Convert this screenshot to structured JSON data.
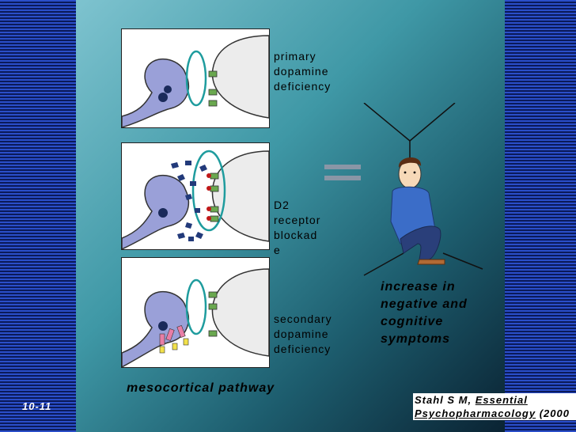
{
  "slide_number": "10-11",
  "panels": [
    {
      "label_lines": [
        "primary",
        "dopamine",
        "deficiency"
      ]
    },
    {
      "label_lines": [
        "D2",
        "receptor",
        "blockad",
        "e"
      ]
    },
    {
      "label_lines": [
        "secondary",
        "dopamine",
        "deficiency"
      ]
    }
  ],
  "pathway_label": "mesocortical pathway",
  "result_lines": [
    "increase in",
    "negative and",
    "cognitive",
    "symptoms"
  ],
  "citation": {
    "prefix": "Stahl S M, ",
    "line1_link": "Essential",
    "line2_link": "Psychopharmacology",
    "line2_suffix": " (2000"
  },
  "colors": {
    "neuron": "#9aa0d8",
    "ring": "#1f9c9e",
    "receptor": "#6aa84f",
    "blocker": "#223a7a",
    "dot": "#c01818",
    "upregulated": "#e87ea6"
  }
}
